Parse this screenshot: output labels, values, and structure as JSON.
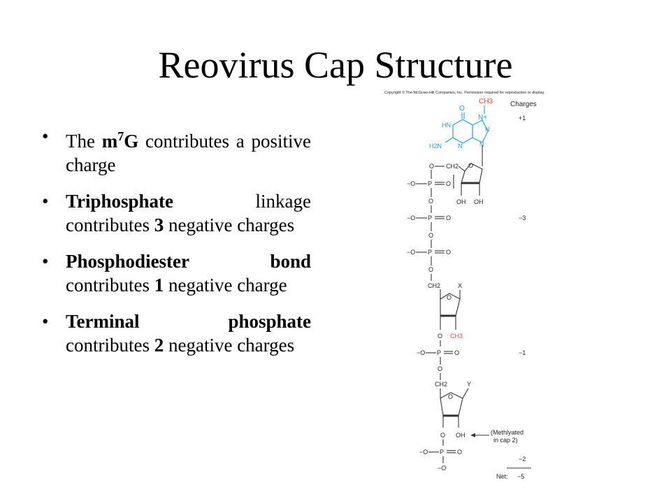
{
  "title": "Reovirus Cap Structure",
  "bullets": [
    {
      "pre": "The ",
      "bold": "m",
      "sup": "7",
      "bold2": "G",
      "post": " contributes a positive charge"
    },
    {
      "bold": "Triphosphate",
      "post": " linkage contributes ",
      "bold3": "3",
      "post2": " negative charges"
    },
    {
      "bold": "Phosphodiester bond",
      "post": " contributes ",
      "bold3": "1",
      "post2": " negative charge"
    },
    {
      "bold": "Terminal phosphate",
      "post": " contributes ",
      "bold3": "2",
      "post2": " negative charges"
    }
  ],
  "diagram": {
    "copyright": "Copyright © The McGraw-Hill Companies, Inc. Permission required for reproduction or display.",
    "charges_header": "Charges",
    "charge_m7g": "+1",
    "charge_triphosphate": "−3",
    "charge_phosphodiester": "−1",
    "charge_terminal": "−2",
    "net_label": "Net:",
    "net_value": "−5",
    "methyl_group": "CH3",
    "ring_labels": {
      "nplus": "N+",
      "hn": "HN",
      "o": "O",
      "n": "N",
      "h2n": "H2N"
    },
    "atoms": {
      "o": "O",
      "p": "P",
      "neg_o": "−O",
      "oh": "OH",
      "ch2": "CH2",
      "ch3_sugar": "CH3"
    },
    "base_x": "X",
    "base_y": "Y",
    "methylated_note_line1": "(Methlyated",
    "methylated_note_line2": "in cap 2)"
  }
}
